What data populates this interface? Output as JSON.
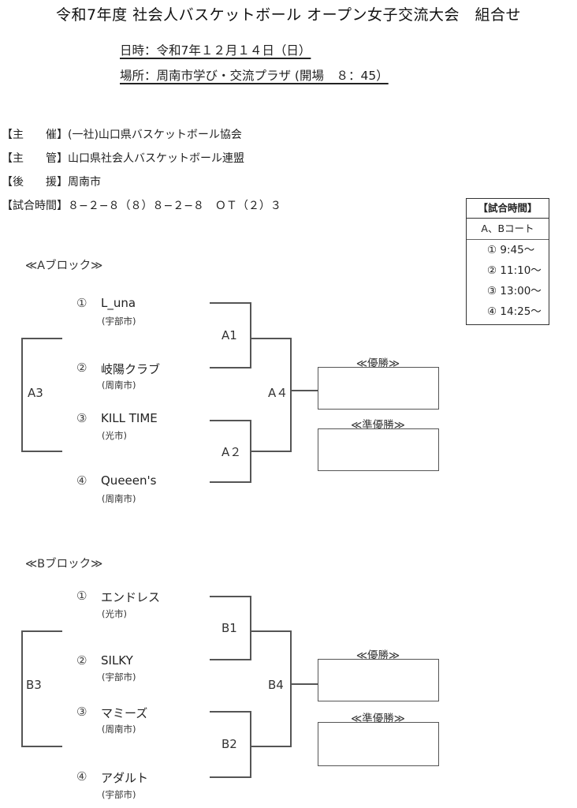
{
  "title": "令和7年度 社会人バスケットボール オープン女子交流大会　組合せ",
  "info": {
    "datetime": "日時：令和7年１２月１４日（日）",
    "venue": "場所：周南市学び・交流プラザ (開場　８：45）"
  },
  "organizers": [
    {
      "key": "【主　　催】",
      "value": "(一社)山口県バスケットボール協会"
    },
    {
      "key": "【主　　管】",
      "value": "山口県社会人バスケットボール連盟"
    },
    {
      "key": "【後　　援】",
      "value": "周南市"
    },
    {
      "key": "【試合時間】",
      "value": "８−２−８（８）８−２−８　ＯＴ（２）３"
    }
  ],
  "schedule": {
    "header": "【試合時間】",
    "court": "A、Bコート",
    "slots": [
      "① 9:45～",
      "② 11:10～",
      "③ 13:00～",
      "④ 14:25～"
    ]
  },
  "blocks": [
    {
      "title": "≪Aブロック≫",
      "teams": [
        {
          "num": "①",
          "name": "L_una",
          "city": "(宇部市)"
        },
        {
          "num": "②",
          "name": "岐陽クラブ",
          "city": "(周南市)"
        },
        {
          "num": "③",
          "name": "KILL TIME",
          "city": "(光市)"
        },
        {
          "num": "④",
          "name": "Queeen's",
          "city": "(周南市)"
        }
      ],
      "matches": {
        "m1": "A1",
        "m2": "A２",
        "m3": "A3",
        "m4": "A４"
      },
      "winner_label": "≪優勝≫",
      "runnerup_label": "≪準優勝≫"
    },
    {
      "title": "≪Bブロック≫",
      "teams": [
        {
          "num": "①",
          "name": "エンドレス",
          "city": "(光市)"
        },
        {
          "num": "②",
          "name": "SILKY",
          "city": "(宇部市)"
        },
        {
          "num": "③",
          "name": "マミーズ",
          "city": "(周南市)"
        },
        {
          "num": "④",
          "name": "アダルト",
          "city": "(宇部市)"
        }
      ],
      "matches": {
        "m1": "B1",
        "m2": "B2",
        "m3": "B3",
        "m4": "B4"
      },
      "winner_label": "≪優勝≫",
      "runnerup_label": "≪準優勝≫"
    }
  ]
}
